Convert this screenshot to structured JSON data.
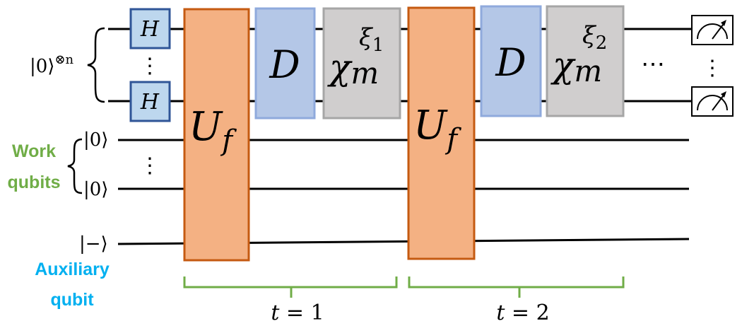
{
  "colors": {
    "hadamard_fill": "#bdd7ee",
    "hadamard_stroke": "#2f5597",
    "oracle_fill": "#f4b183",
    "oracle_stroke": "#c55a11",
    "diffusion_fill": "#b4c7e7",
    "diffusion_stroke": "#8faadc",
    "chi_fill": "#d0cece",
    "chi_stroke": "#a6a6a6",
    "work_label": "#70ad47",
    "aux_label": "#00b0f0",
    "bracket": "#70ad47"
  },
  "inputs": {
    "search_register": {
      "ket": "|0⟩",
      "power": "⊗n"
    },
    "work_top": "|0⟩",
    "work_bottom": "|0⟩",
    "auxiliary": "|−⟩"
  },
  "labels": {
    "work_line1": "Work",
    "work_line2": "qubits",
    "aux_line1": "Auxiliary",
    "aux_line2": "qubit"
  },
  "gates": {
    "hadamard": "H",
    "oracle": {
      "base": "U",
      "sub": "f"
    },
    "diffusion": "D",
    "chi": [
      {
        "base": "χ",
        "sub": "m",
        "sup": "ξ",
        "sup_sub": "1"
      },
      {
        "base": "χ",
        "sub": "m",
        "sup": "ξ",
        "sup_sub": "2"
      }
    ]
  },
  "steps": [
    {
      "var": "t",
      "eq": " = ",
      "num": "1"
    },
    {
      "var": "t",
      "eq": " = ",
      "num": "2"
    }
  ],
  "ellipsis": "⋯",
  "vdots": "⋮",
  "measure_icon": "meter-icon"
}
